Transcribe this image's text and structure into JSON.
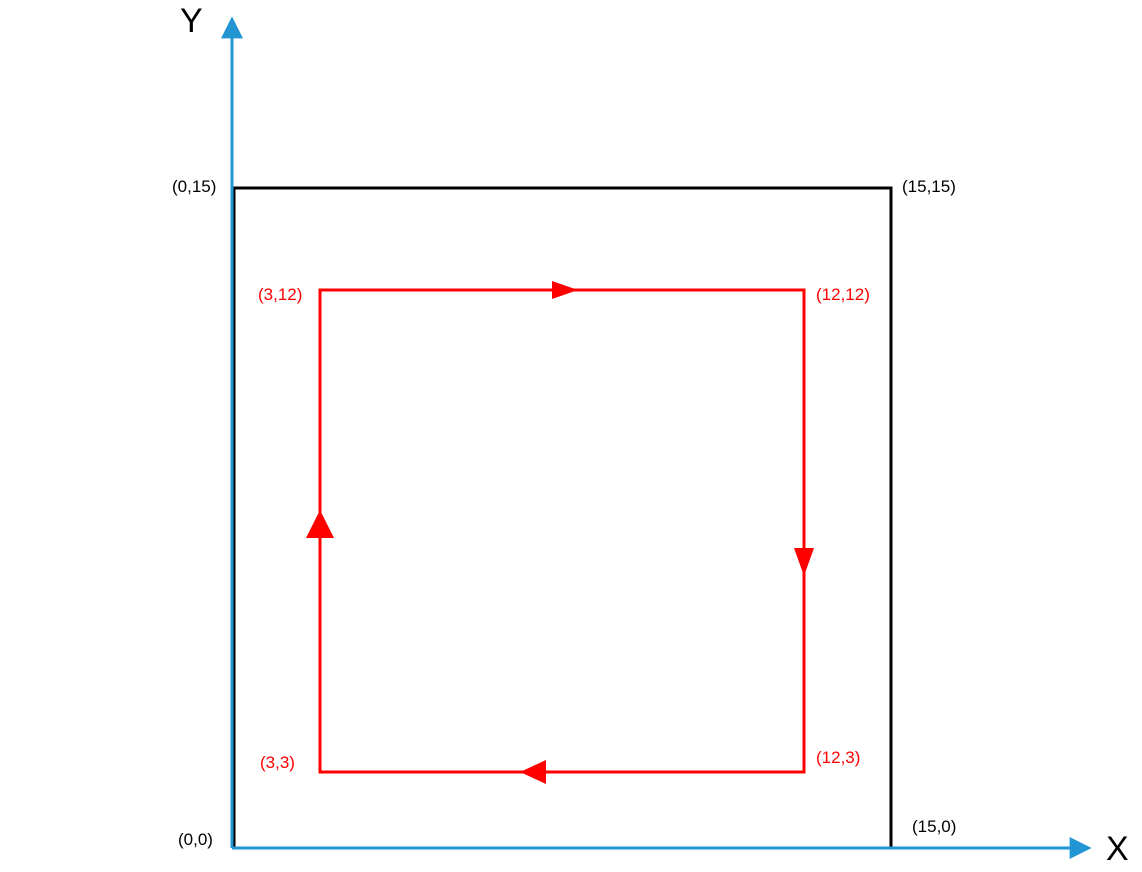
{
  "axes": {
    "x_title": "X",
    "y_title": "Y",
    "axis_color": "#2196d3"
  },
  "outer_square": {
    "color": "#000000",
    "corners": [
      {
        "x": 0,
        "y": 0,
        "label": "(0,0)"
      },
      {
        "x": 15,
        "y": 0,
        "label": "(15,0)"
      },
      {
        "x": 15,
        "y": 15,
        "label": "(15,15)"
      },
      {
        "x": 0,
        "y": 15,
        "label": "(0,15)"
      }
    ]
  },
  "path": {
    "color": "#ff0000",
    "direction": "clockwise",
    "corners": [
      {
        "x": 3,
        "y": 12,
        "label": "(3,12)"
      },
      {
        "x": 12,
        "y": 12,
        "label": "(12,12)"
      },
      {
        "x": 12,
        "y": 3,
        "label": "(12,3)"
      },
      {
        "x": 3,
        "y": 3,
        "label": "(3,3)"
      }
    ]
  }
}
